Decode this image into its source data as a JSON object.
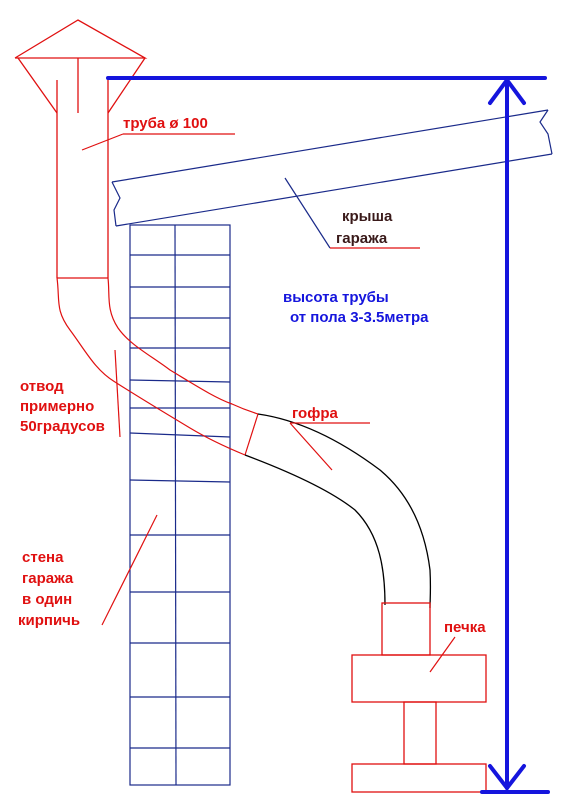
{
  "colors": {
    "red": "#e01010",
    "blue": "#1515dd",
    "dark_blue": "#1a2a8a",
    "black": "#000000"
  },
  "labels": {
    "pipe": "труба ø 100",
    "roof_line1": "крыша",
    "roof_line2": "гаража",
    "height_line1": "высота трубы",
    "height_line2": "от пола 3-3.5метра",
    "elbow_line1": "отвод",
    "elbow_line2": "примерно",
    "elbow_line3": "50градусов",
    "corrugation": "гофра",
    "wall_line1": "стена",
    "wall_line2": "гаража",
    "wall_line3": "в один",
    "wall_line4": "кирпичь",
    "stove": "печка"
  }
}
